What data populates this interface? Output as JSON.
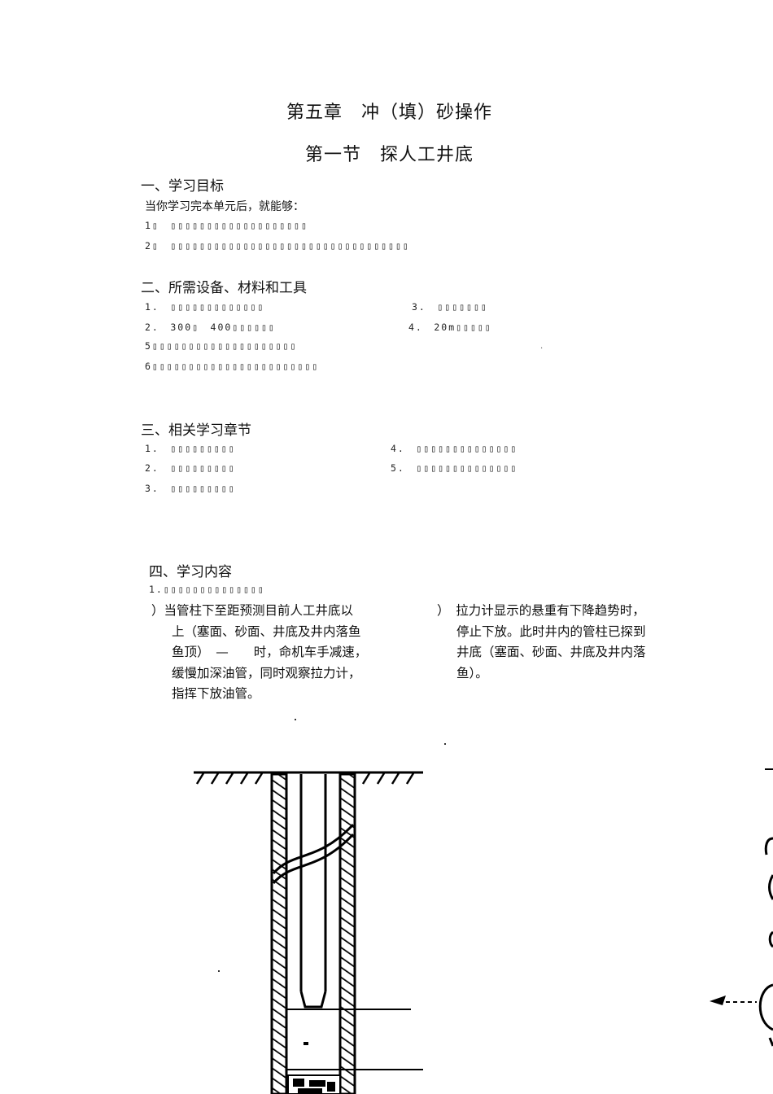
{
  "chapter_title": "第五章　冲（填）砂操作",
  "section_title": "第一节　探人工井底",
  "sec1": {
    "heading": "一、学习目标",
    "intro": "当你学习完本单元后，就能够：",
    "items": [
      "1▯　▯▯▯▯▯▯▯▯▯▯▯▯▯▯▯▯▯▯▯",
      "2▯　▯▯▯▯▯▯▯▯▯▯▯▯▯▯▯▯▯▯▯▯▯▯▯▯▯▯▯▯▯▯▯▯▯"
    ]
  },
  "sec2": {
    "heading": "二、所需设备、材料和工具",
    "items": [
      "1.　▯▯▯▯▯▯▯▯▯▯▯▯▯",
      "3.　▯▯▯▯▯▯▯",
      "2.　300▯　400▯▯▯▯▯▯",
      "4.　20m▯▯▯▯▯",
      "5▯▯▯▯▯▯▯▯▯▯▯▯▯▯▯▯▯▯▯▯",
      "6▯▯▯▯▯▯▯▯▯▯▯▯▯▯▯▯▯▯▯▯▯▯▯"
    ],
    "stray_dot": "."
  },
  "sec3": {
    "heading": "三、相关学习章节",
    "items": [
      "1.　▯▯▯▯▯▯▯▯▯",
      "4.　▯▯▯▯▯▯▯▯▯▯▯▯▯▯",
      "2.　▯▯▯▯▯▯▯▯▯",
      "5.　▯▯▯▯▯▯▯▯▯▯▯▯▯▯",
      "3.　▯▯▯▯▯▯▯▯▯"
    ]
  },
  "sec4": {
    "heading": "四、学习内容",
    "sub": "1.▯▯▯▯▯▯▯▯▯▯▯▯▯▯",
    "left_para": [
      "）当管柱下至距预测目前人工井底以",
      "上（塞面、砂面、井底及井内落鱼",
      "鱼顶）　—　　时，命机车手减速，",
      "缓慢加深油管，同时观察拉力计，",
      "指挥下放油管。"
    ],
    "right_para": [
      "）　拉力计显示的悬重有下降趋势时，",
      "停止下放。此时井内的管柱已探到",
      "井底（塞面、砂面、井底及井内落",
      "鱼）。"
    ]
  }
}
